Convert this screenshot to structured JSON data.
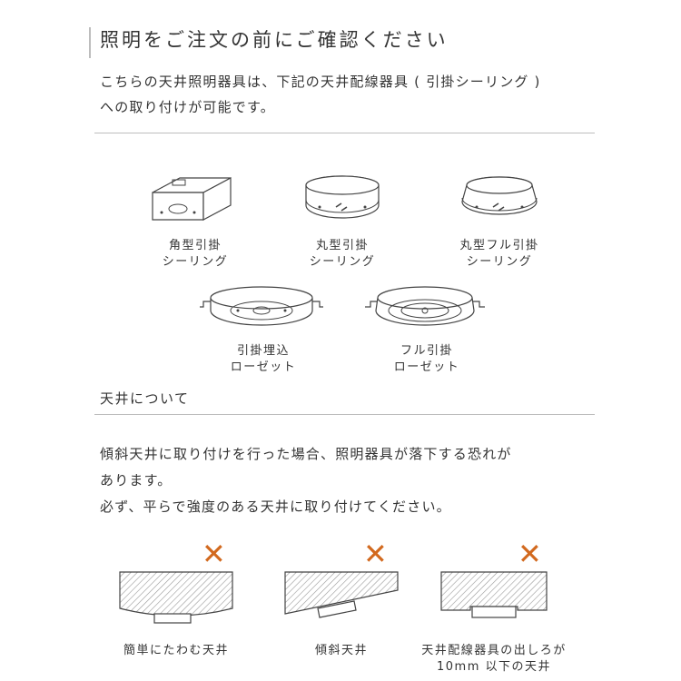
{
  "title": "照明をご注文の前にご確認ください",
  "intro": {
    "line1": "こちらの天井照明器具は、下記の天井配線器具 ( 引掛シーリング )",
    "line2": "への取り付けが可能です。"
  },
  "fixtures": [
    {
      "line1": "角型引掛",
      "line2": "シーリング",
      "icon": "square-ceiling-fixture-icon"
    },
    {
      "line1": "丸型引掛",
      "line2": "シーリング",
      "icon": "round-ceiling-fixture-icon"
    },
    {
      "line1": "丸型フル引掛",
      "line2": "シーリング",
      "icon": "round-full-ceiling-fixture-icon"
    },
    {
      "line1": "引掛埋込",
      "line2": "ローゼット",
      "icon": "embedded-rosette-icon"
    },
    {
      "line1": "フル引掛",
      "line2": "ローゼット",
      "icon": "full-rosette-icon"
    }
  ],
  "section_heading": "天井について",
  "warning": {
    "line1": "傾斜天井に取り付けを行った場合、照明器具が落下する恐れが",
    "line2": "あります。",
    "line3": "必ず、平らで強度のある天井に取り付けてください。"
  },
  "ng_examples": [
    {
      "mark": "✕",
      "line1": "簡単にたわむ天井",
      "line2": "",
      "icon": "sagging-ceiling-icon"
    },
    {
      "mark": "✕",
      "line1": "傾斜天井",
      "line2": "",
      "icon": "sloped-ceiling-icon"
    },
    {
      "mark": "✕",
      "line1": "天井配線器具の出しろが",
      "line2": "10mm 以下の天井",
      "icon": "recessed-fixture-ceiling-icon"
    }
  ],
  "colors": {
    "text": "#333333",
    "rule": "#bdbdbd",
    "ng_mark": "#d2691e"
  }
}
